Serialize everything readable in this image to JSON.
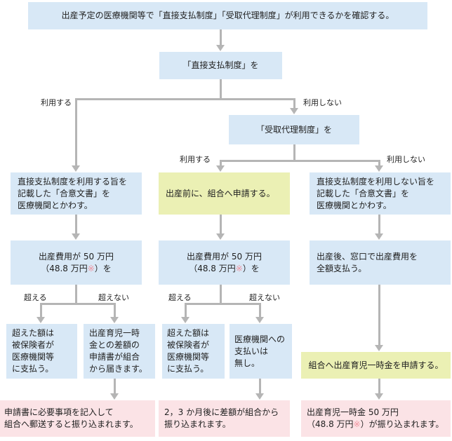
{
  "nodes": {
    "top": "出産予定の医療機関等で「直接支払制度」「受取代理制度」が利用できるかを確認する。",
    "direct": "「直接支払制度」を",
    "proxy": "「受取代理制度」を",
    "col1_agree": [
      "直接支払制度を利用する旨を",
      "記載した「合意文書」を",
      "医療機関とかわす。"
    ],
    "col2_apply": "出産前に、組合へ申請する。",
    "col3_agree": [
      "直接支払制度を利用しない旨を",
      "記載した「合意文書」を",
      "医療機関とかわす。"
    ],
    "col1_cost": {
      "line1": "出産費用が 50 万円",
      "line2_pre": "（48.8 万円",
      "mark": "※",
      "line2_post": "）を"
    },
    "col2_cost": {
      "line1": "出産費用が 50 万円",
      "line2_pre": "（48.8 万円",
      "mark": "※",
      "line2_post": "）を"
    },
    "col3_pay": [
      "出産後、窓口で出産費用を",
      "全額支払う。"
    ],
    "col1_over": [
      "超えた額は",
      "被保険者が",
      "医療機関等",
      "に支払う。"
    ],
    "col1_under": [
      "出産育児一時",
      "金との差額の",
      "申請書が組合",
      "から届きます。"
    ],
    "col2_over": [
      "超えた額は",
      "被保険者が",
      "医療機関等",
      "に支払う。"
    ],
    "col2_under": [
      "医療機関への",
      "支払いは",
      "無し。"
    ],
    "col3_apply": "組合へ出産育児一時金を申請する。",
    "res1": [
      "申請書に必要事項を記入して",
      "組合へ郵送すると振り込まれます。"
    ],
    "res2": [
      "2，3 か月後に差額が組合から",
      "振り込まれます。"
    ],
    "res3": {
      "line1": "出産育児一時金 50 万円",
      "line2_pre": "（48.8 万円",
      "mark": "※",
      "line2_post": "）が振り込まれます。"
    }
  },
  "labels": {
    "use": "利用する",
    "not_use": "利用しない",
    "exceed": "超える",
    "not_exceed": "超えない"
  },
  "colors": {
    "blue_box": "#d8e8f6",
    "yellow_box": "#ebf0b4",
    "pink_box": "#fbe3e6",
    "connector": "#b5b5b5",
    "mark": "#f1929e"
  }
}
